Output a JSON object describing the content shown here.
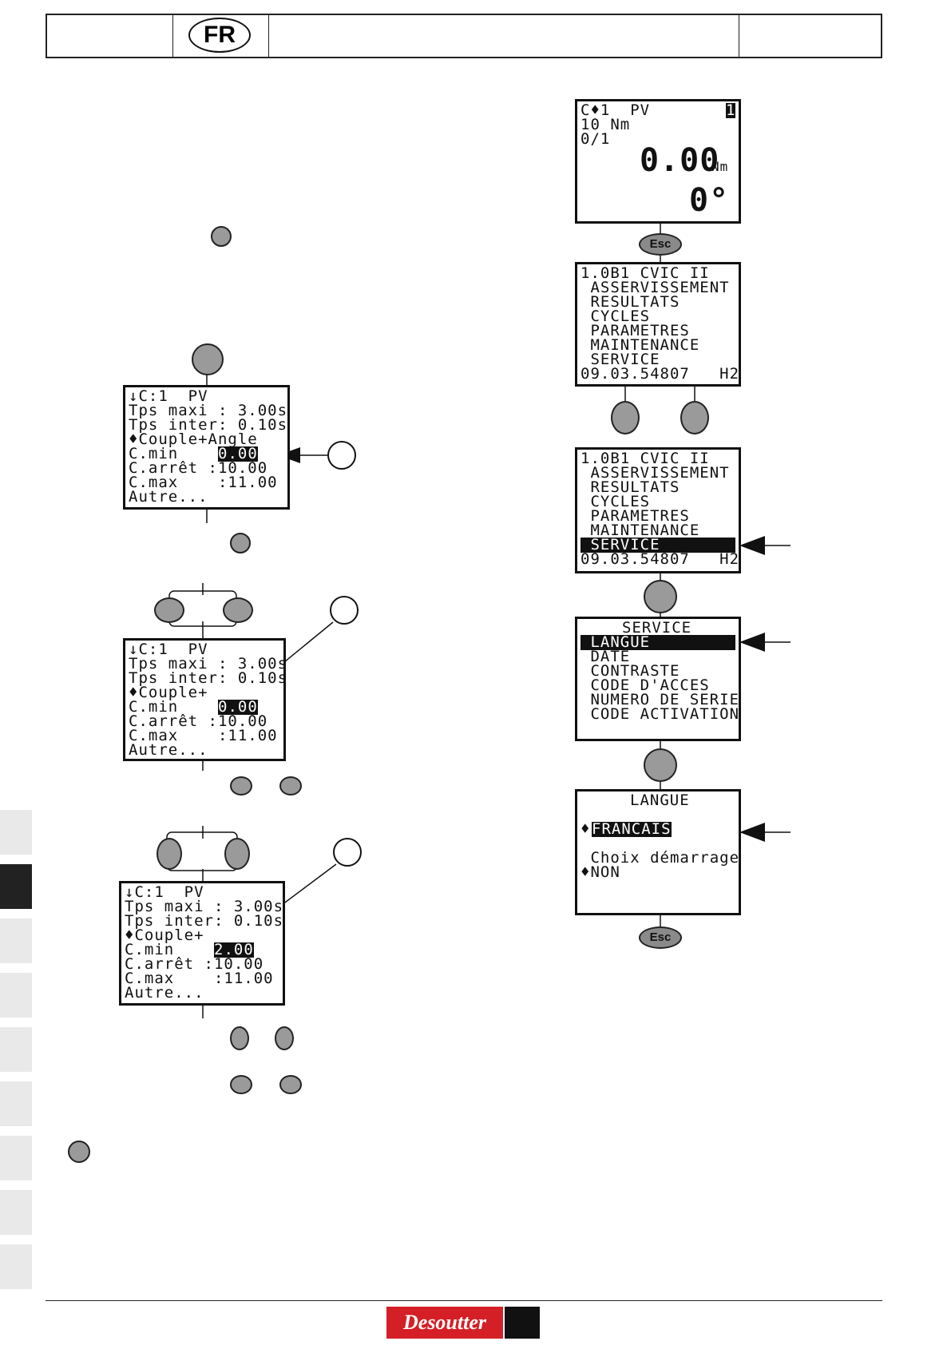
{
  "header": {
    "lang_badge": "FR"
  },
  "screens": {
    "edit_a": {
      "lines": [
        "↓C:1  PV",
        "Tps maxi : 3.00s",
        "Tps inter: 0.10s",
        "♦Couple+Angle",
        "C.min    :",
        "C.arrêt :10.00",
        "C.max    :11.00",
        "Autre..."
      ],
      "cmin_value": "0.00"
    },
    "edit_b": {
      "lines": [
        "↓C:1  PV",
        "Tps maxi : 3.00s",
        "Tps inter: 0.10s",
        "♦Couple+",
        "C.min    :",
        "C.arrêt :10.00",
        "C.max    :11.00",
        "Autre..."
      ],
      "cmin_value": "0.00"
    },
    "edit_c": {
      "lines": [
        "↓C:1  PV",
        "Tps maxi : 3.00s",
        "Tps inter: 0.10s",
        "♦Couple+",
        "C.min    :",
        "C.arrêt :10.00",
        "C.max    :11.00",
        "Autre..."
      ],
      "cmin_value": "2.00"
    },
    "main": {
      "line1": "C♦1  PV",
      "cycle_badge": "1",
      "line2": "10 Nm",
      "line3": "0/1",
      "torque": "0.00",
      "torque_unit": "Nm",
      "angle": "0°"
    },
    "menu1": {
      "items": [
        "1.0B1 CVIC II",
        " ASSERVISSEMENT",
        " RESULTATS",
        " CYCLES",
        " PARAMETRES",
        " MAINTENANCE",
        " SERVICE",
        "09.03.54807   H2"
      ]
    },
    "menu2": {
      "items": [
        "1.0B1 CVIC II",
        " ASSERVISSEMENT",
        " RESULTATS",
        " CYCLES",
        " PARAMETRES",
        " MAINTENANCE",
        " SERVICE",
        "09.03.54807   H2"
      ],
      "selected": " SERVICE"
    },
    "service": {
      "title": "SERVICE",
      "selected": " LANGUE",
      "items": [
        " DATE",
        " CONTRASTE",
        " CODE D'ACCES",
        " NUMERO DE SERIE",
        " CODE ACTIVATION"
      ]
    },
    "langue": {
      "title": "LANGUE",
      "option": "FRANCAIS",
      "line2": " Choix démarrage",
      "line3": "♦NON"
    }
  },
  "buttons": {
    "esc_label": "Esc"
  },
  "footer": {
    "logo": "Desoutter"
  },
  "colors": {
    "brand": "#d41f26",
    "button": "#9a9a9a"
  }
}
